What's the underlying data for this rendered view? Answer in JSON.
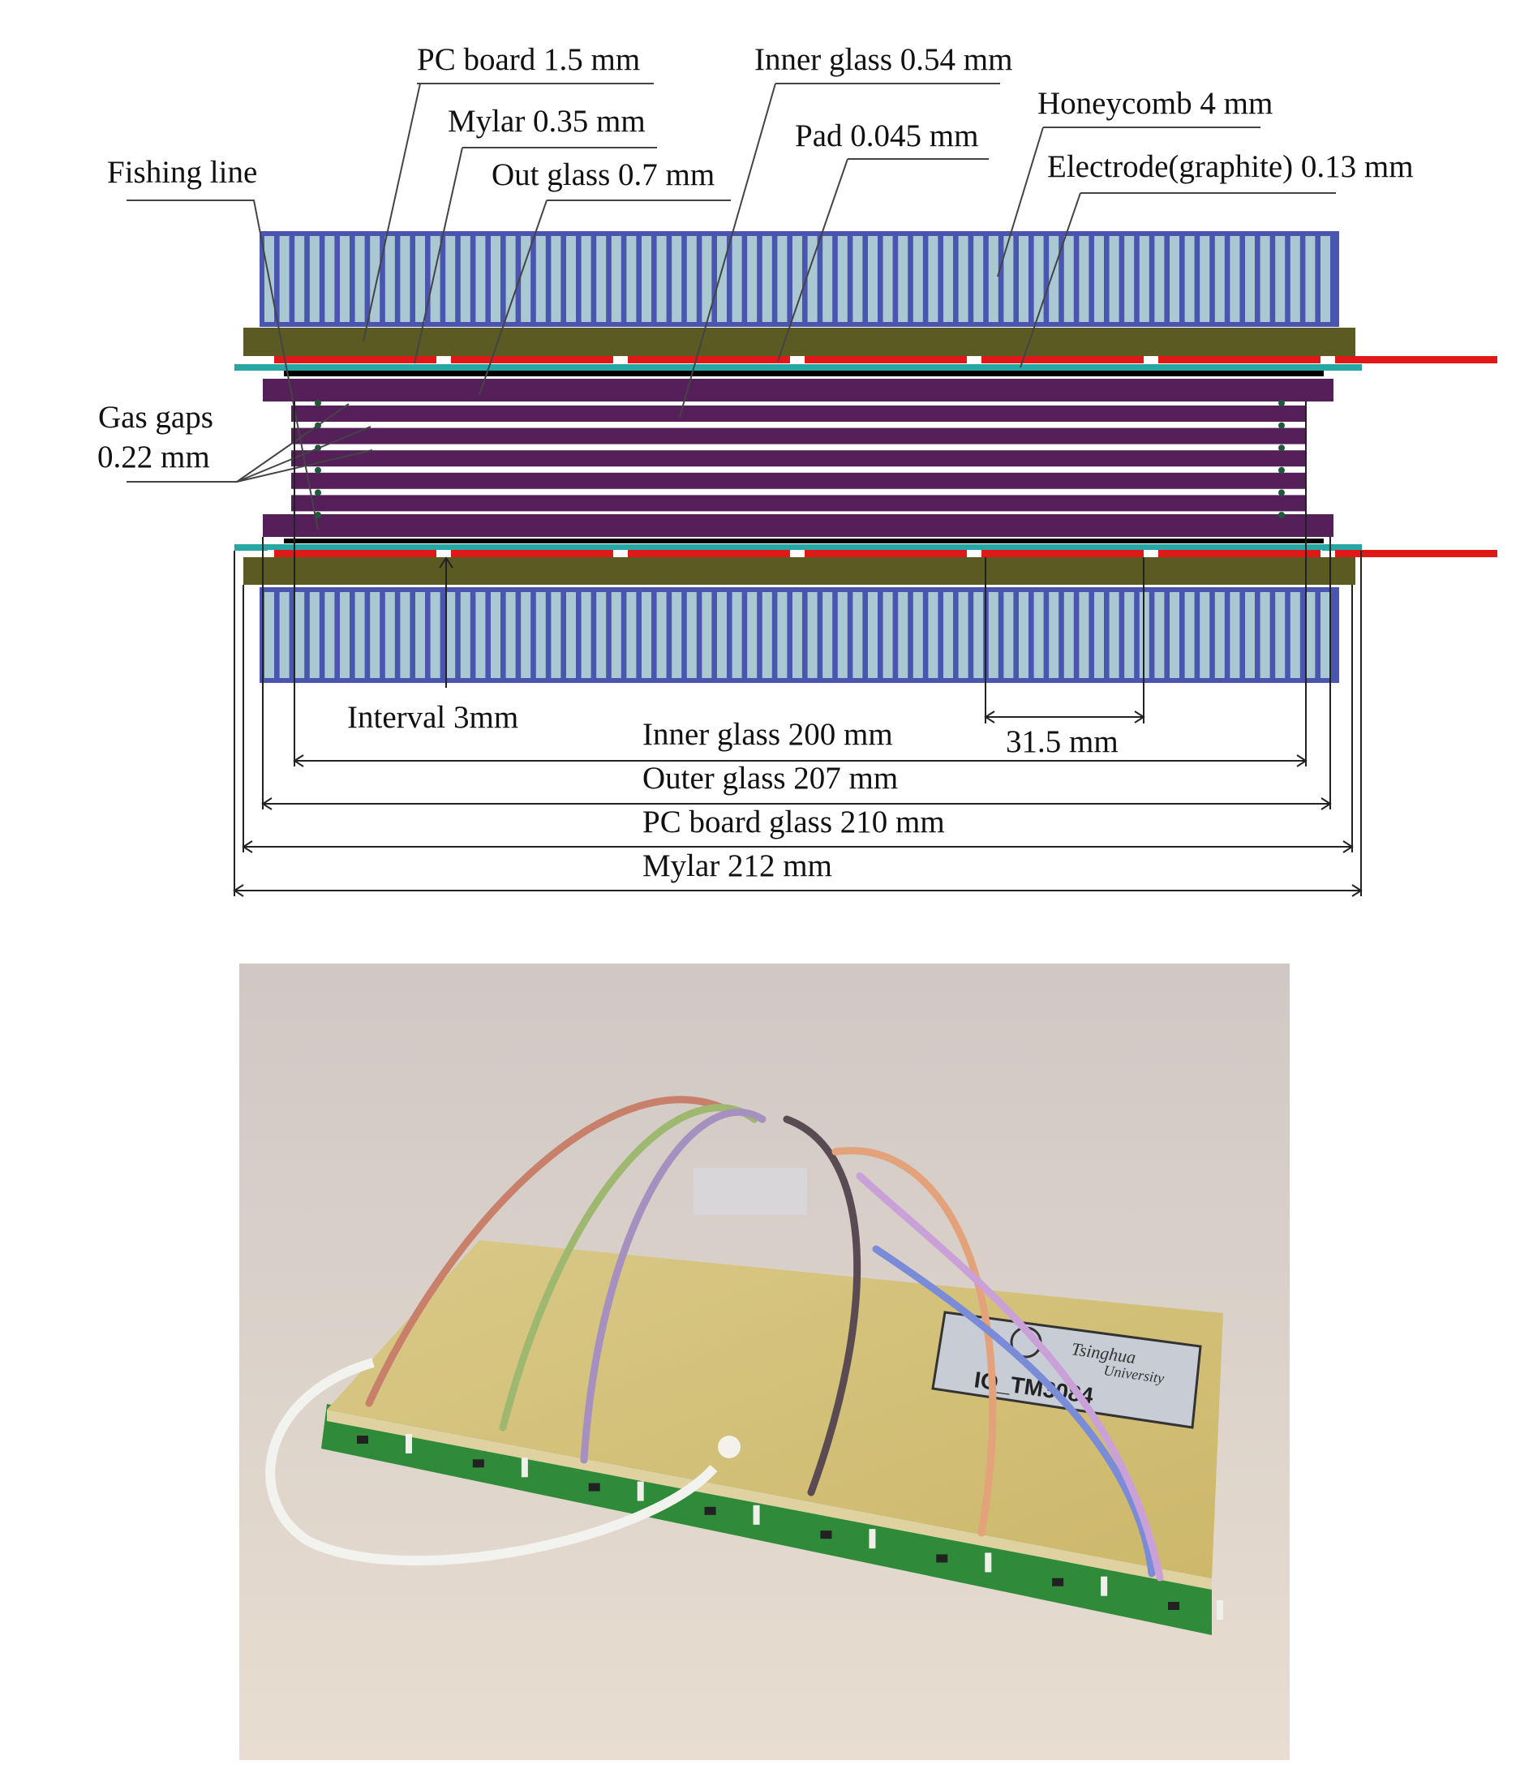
{
  "diagram": {
    "labels": {
      "pc_board": "PC board 1.5 mm",
      "mylar": "Mylar 0.35 mm",
      "out_glass": "Out glass 0.7 mm",
      "fishing_line": "Fishing line",
      "inner_glass": "Inner glass 0.54 mm",
      "pad": "Pad 0.045 mm",
      "honeycomb": "Honeycomb 4 mm",
      "electrode": "Electrode(graphite) 0.13 mm",
      "gas_gaps_1": "Gas gaps",
      "gas_gaps_2": "0.22 mm",
      "interval": "Interval 3mm",
      "pad_pitch": "31.5 mm"
    },
    "dimensions": {
      "inner_glass": "Inner glass 200 mm",
      "outer_glass": "Outer glass 207 mm",
      "pc_board": "PC board glass 210 mm",
      "mylar": "Mylar 212 mm"
    },
    "colors": {
      "honeycomb_fill": "#a9c8d2",
      "honeycomb_frame": "#4a55b0",
      "pc_board": "#5a5a22",
      "pad": "#e01818",
      "mylar": "#26a6a6",
      "glass": "#55205a",
      "electrode": "#000000"
    }
  },
  "photo": {
    "label_line1": "Tsinghua",
    "label_line2": "University",
    "label_id": "IO_TM3084"
  }
}
